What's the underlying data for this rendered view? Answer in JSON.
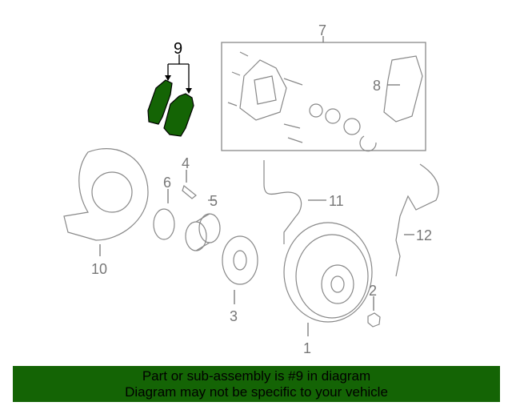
{
  "diagram": {
    "callouts": {
      "p1": "1",
      "p2": "2",
      "p3": "3",
      "p4": "4",
      "p5": "5",
      "p6": "6",
      "p7": "7",
      "p8": "8",
      "p9": "9",
      "p10": "10",
      "p11": "11",
      "p12": "12"
    },
    "highlight_color": "#146405",
    "highlighted_part": "9"
  },
  "banner": {
    "line1": "Part or sub-assembly is #9 in diagram",
    "line2": "Diagram may not be specific to your vehicle"
  }
}
